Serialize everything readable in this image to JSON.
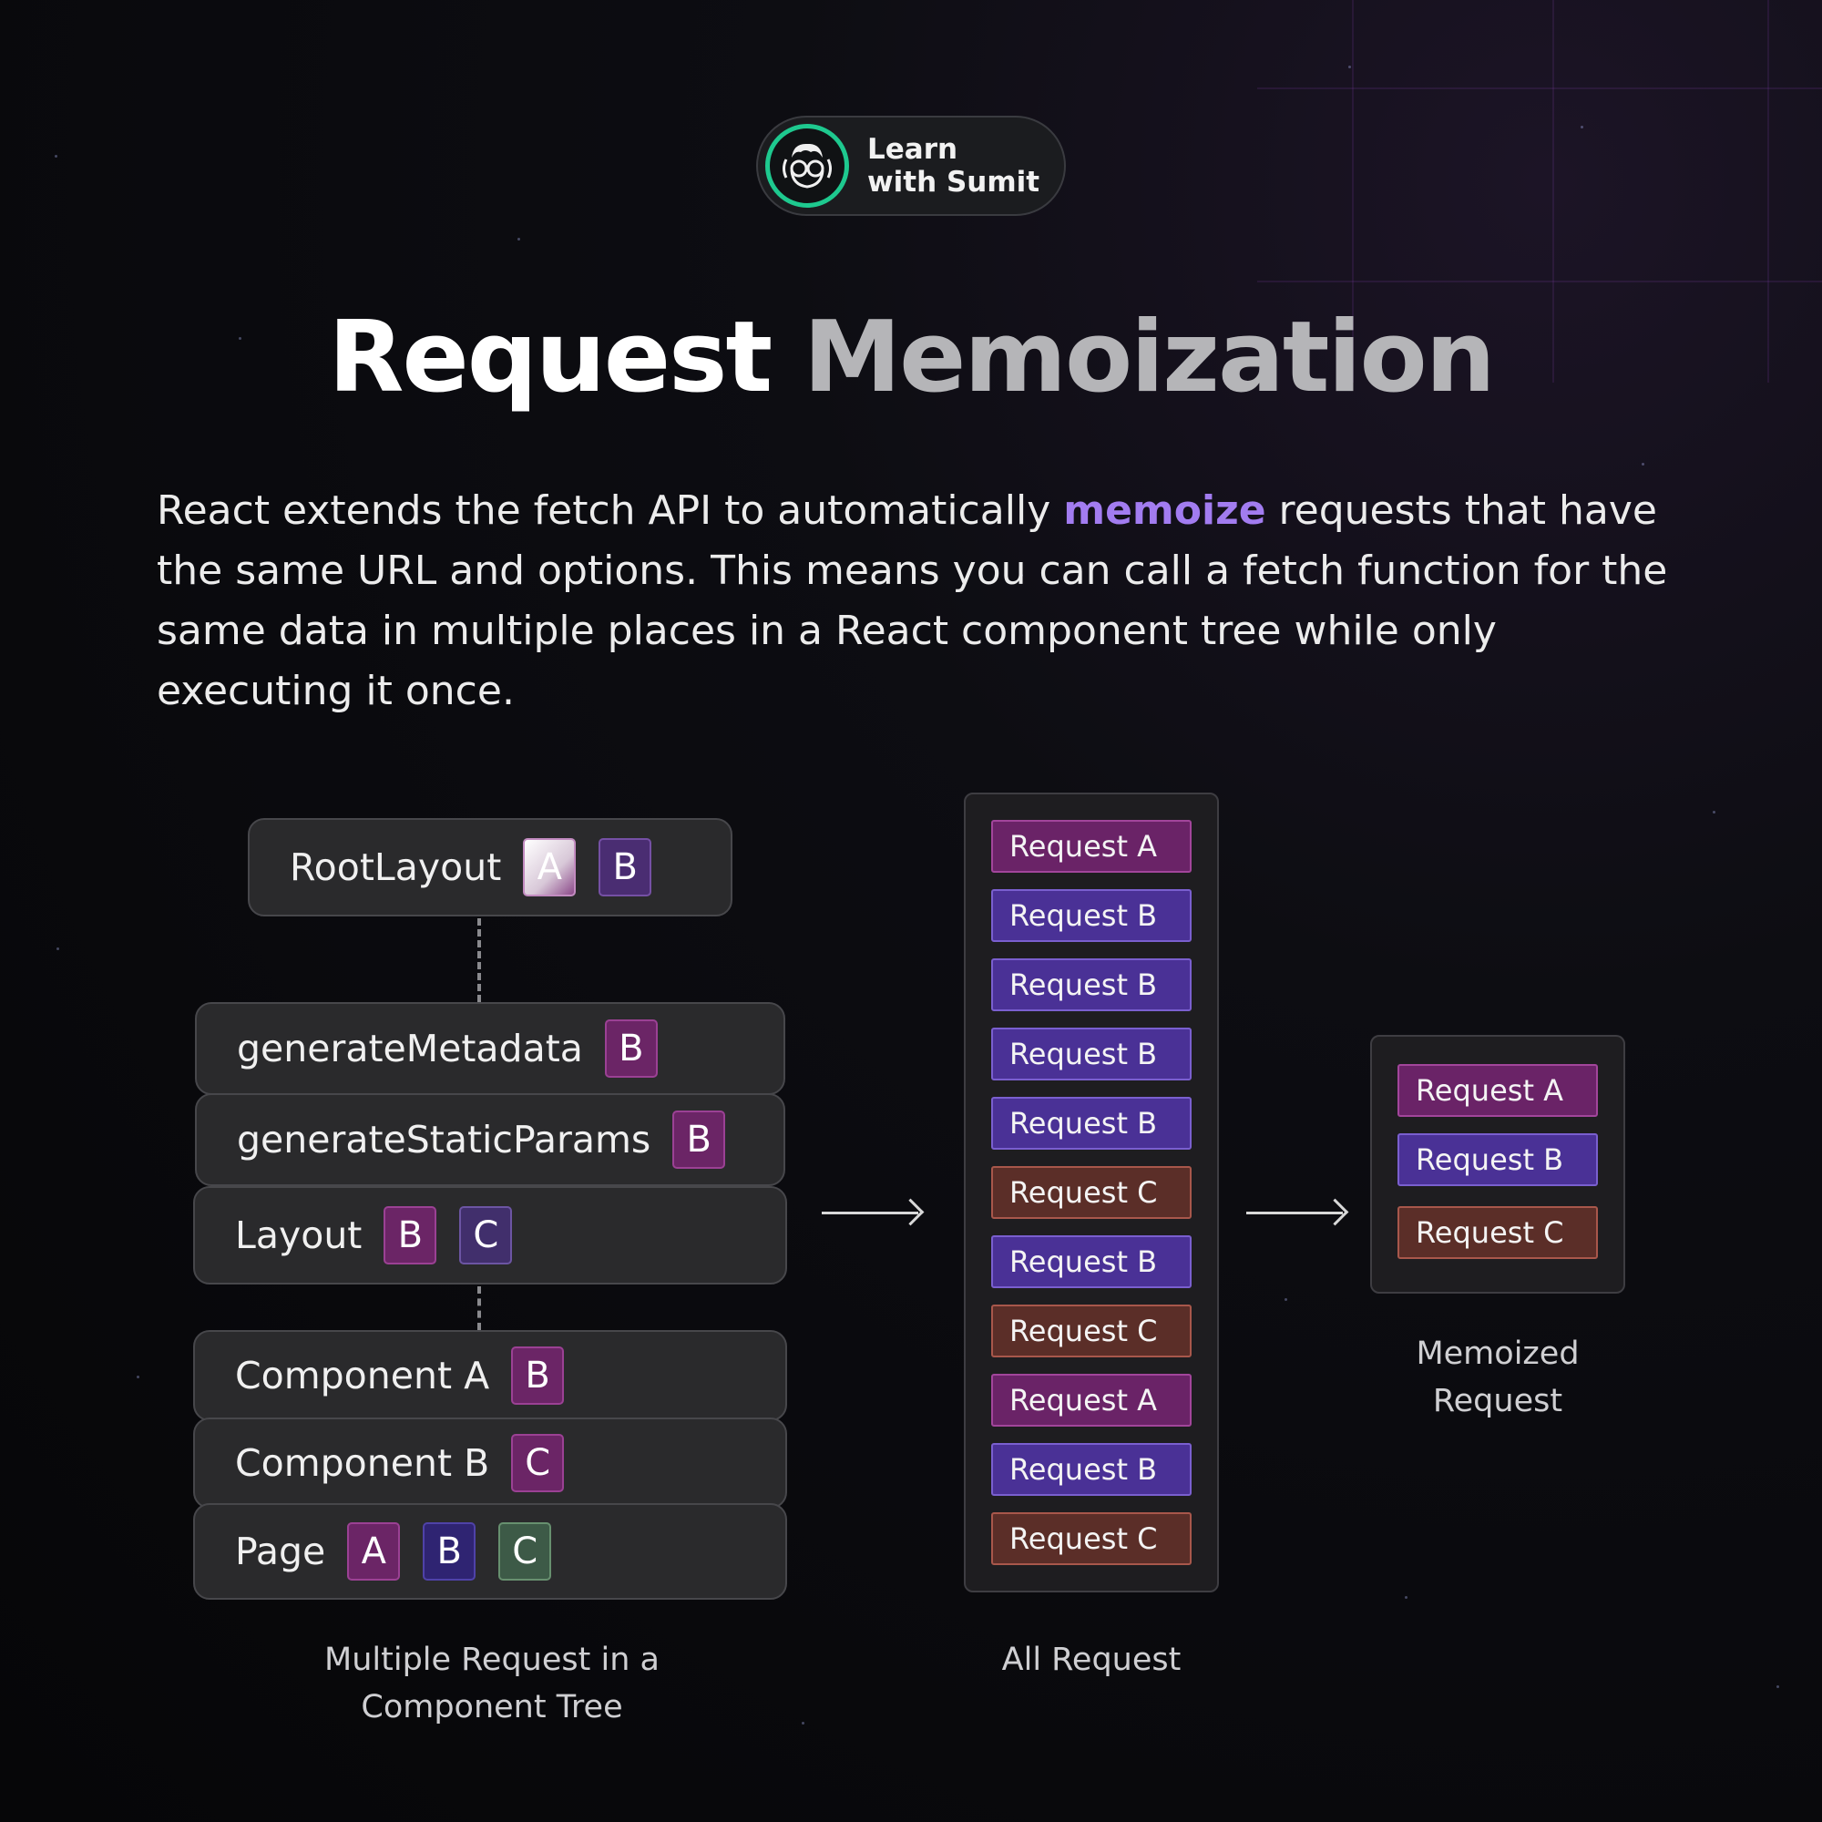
{
  "brand": {
    "line1": "Learn",
    "line2": "with Sumit"
  },
  "title": {
    "word1": "Request",
    "word2": "Memoization"
  },
  "description": {
    "before": "React extends the fetch API to automatically ",
    "highlight": "memoize",
    "after": " requests that have the same URL and options. This means you can call a fetch function for the same data in multiple places in a React component tree while only executing it once."
  },
  "tree": {
    "root": {
      "label": "RootLayout",
      "badges": [
        "A",
        "B"
      ]
    },
    "generate_metadata": {
      "label": "generateMetadata",
      "badges": [
        "B"
      ]
    },
    "generate_static_params": {
      "label": "generateStaticParams",
      "badges": [
        "B"
      ]
    },
    "layout": {
      "label": "Layout",
      "badges": [
        "B",
        "C"
      ]
    },
    "component_a": {
      "label": "Component A",
      "badges": [
        "B"
      ]
    },
    "component_b": {
      "label": "Component B",
      "badges": [
        "C"
      ]
    },
    "page": {
      "label": "Page",
      "badges": [
        "A",
        "B",
        "C"
      ]
    },
    "caption_line1": "Multiple Request in a",
    "caption_line2": "Component Tree"
  },
  "all_requests": {
    "items": [
      "Request A",
      "Request B",
      "Request B",
      "Request B",
      "Request B",
      "Request C",
      "Request B",
      "Request C",
      "Request A",
      "Request B",
      "Request C"
    ],
    "caption": "All Request"
  },
  "memoized": {
    "items": [
      "Request A",
      "Request B",
      "Request C"
    ],
    "caption_line1": "Memoized",
    "caption_line2": "Request"
  },
  "colors": {
    "request_a": "#6a2367",
    "request_b": "#4a3196",
    "request_c": "#5b2e28",
    "highlight": "#a27cf0",
    "brand_ring": "#1ec98f"
  }
}
